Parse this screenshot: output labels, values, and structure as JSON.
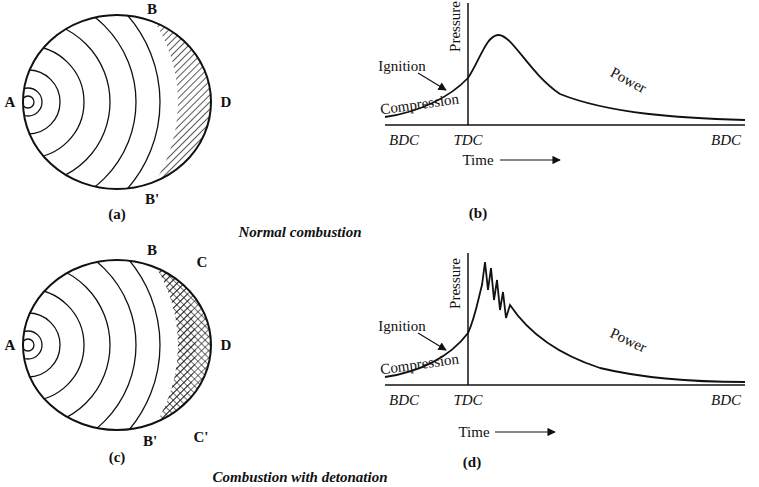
{
  "diagram": {
    "labels": [
      "A",
      "B",
      "B'",
      "D",
      "(a)",
      "Ignition",
      "Pressure",
      "Compression",
      "Power",
      "BDC",
      "TDC",
      "BDC",
      "Time",
      "(b)",
      "Normal combustion",
      "B",
      "C",
      "A",
      "D",
      "B'",
      "C'",
      "(c)",
      "Ignition",
      "Pressure",
      "Compression",
      "Power",
      "BDC",
      "TDC",
      "BDC",
      "Time",
      "(d)",
      "Combustion with detonation"
    ]
  }
}
